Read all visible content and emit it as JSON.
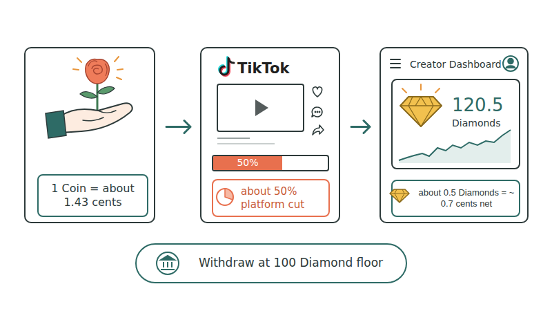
{
  "diagram": {
    "nodes": [
      {
        "text": []
      },
      {
        "text": [
          "1 Coin = about 1.43 cents"
        ],
        "in": 0
      },
      {
        "text": [
          "TikTok"
        ]
      },
      {
        "text": [
          "50%"
        ],
        "in": 2
      },
      {
        "text": [
          "about 50% platform cut"
        ],
        "in": 2
      },
      {
        "text": [
          "Creator Dashboard"
        ]
      },
      {
        "text": [
          "120.5",
          "Diamonds"
        ],
        "in": 5
      },
      {
        "text": [
          "about 0.5 Diamonds = ~ 0.7 cents net"
        ],
        "in": 5
      },
      {
        "text": [
          "Withdraw at 100 Diamond floor"
        ]
      }
    ],
    "edges": [
      {
        "from": 0,
        "to": 2,
        "arrow": "to"
      },
      {
        "from": 2,
        "to": 5,
        "arrow": "to"
      }
    ]
  }
}
